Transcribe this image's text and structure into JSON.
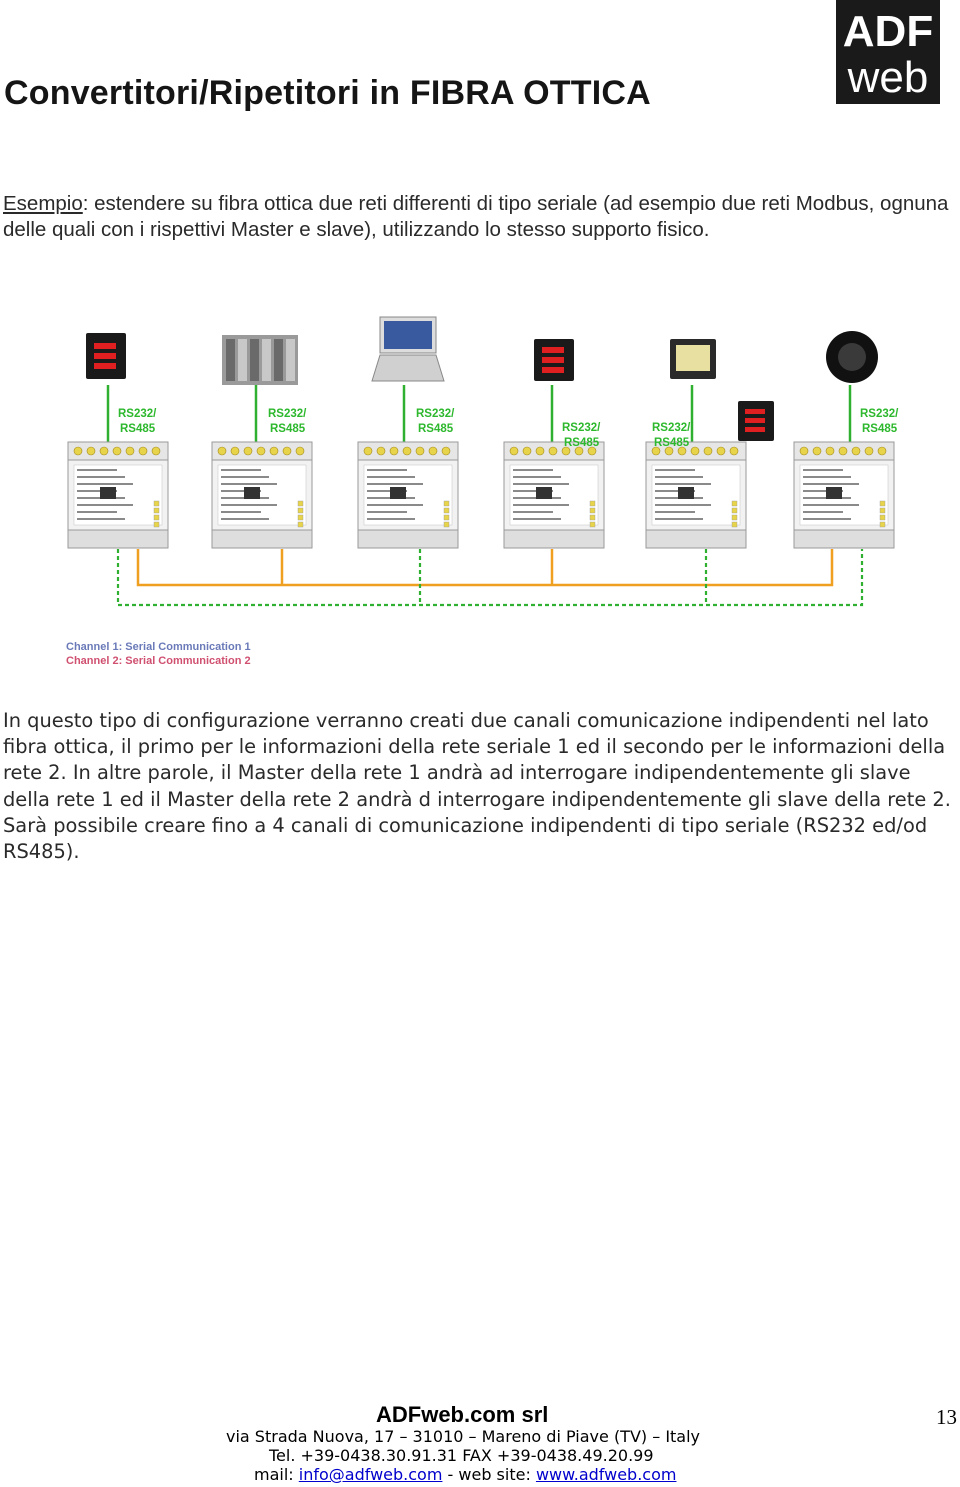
{
  "page": {
    "title": "Convertitori/Ripetitori in FIBRA OTTICA",
    "number": "13"
  },
  "logo": {
    "line1": "ADF",
    "line2": "web",
    "bg": "#1a1a1a"
  },
  "intro": {
    "label": "Esempio",
    "text": ": estendere su fibra ottica due reti differenti di tipo seriale (ad esempio due reti Modbus, ognuna delle quali con i rispettivi Master e slave), utilizzando lo stesso supporto fisico."
  },
  "figure": {
    "port_label_1": "RS232/",
    "port_label_2": "RS485",
    "legend": {
      "channel1": "Channel 1: Serial Communication 1",
      "channel2": "Channel 2: Serial Communication 2",
      "channel1_color": "#f0a020",
      "channel2_color": "#30b030"
    },
    "devices": [
      {
        "name": "meter"
      },
      {
        "name": "plc"
      },
      {
        "name": "laptop"
      },
      {
        "name": "meter"
      },
      {
        "name": "hmi-panel"
      },
      {
        "name": "encoder"
      }
    ]
  },
  "body": {
    "paragraph1": "In questo tipo di configurazione verranno creati due canali comunicazione indipendenti nel lato fibra ottica, il primo per le informazioni della rete seriale 1 ed il secondo per le informazioni della rete 2. In altre parole, il Master della rete 1 andrà ad interrogare indipendentemente gli slave della rete 1 ed il Master della rete 2 andrà d interrogare indipendentemente gli slave della rete 2.",
    "paragraph2": "Sarà possibile creare fino a 4 canali di comunicazione indipendenti di tipo seriale (RS232 ed/od RS485)."
  },
  "footer": {
    "company": "ADFweb.com srl",
    "address": "via Strada Nuova, 17 – 31010 – Mareno di Piave (TV) – Italy",
    "phone": "Tel. +39-0438.30.91.31  FAX +39-0438.49.20.99",
    "mail_label": "mail: ",
    "email": "info@adfweb.com",
    "web_label": " - web site: ",
    "website": "www.adfweb.com"
  }
}
